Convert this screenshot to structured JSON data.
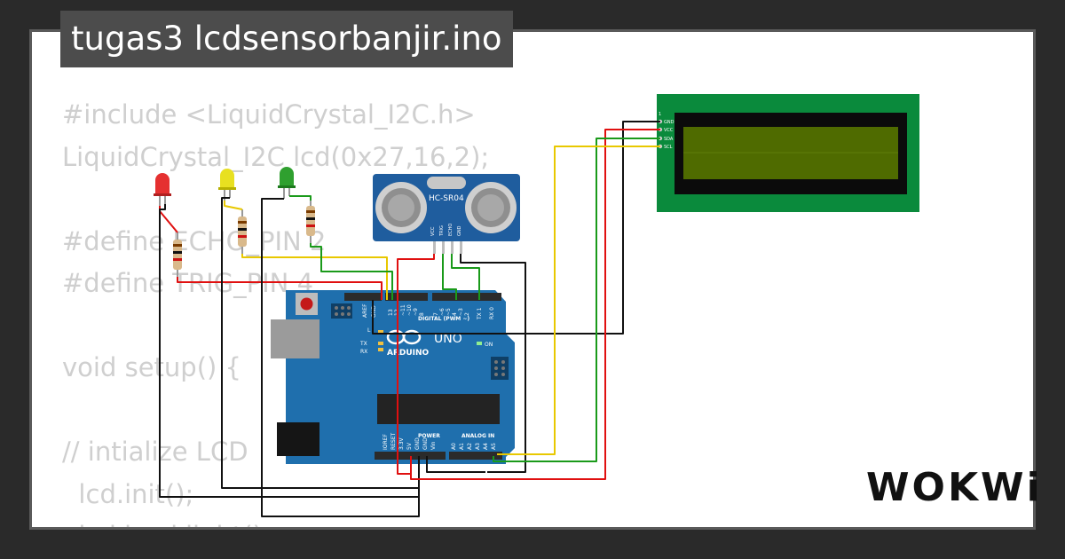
{
  "title": "tugas3 lcdsensorbanjir.ino",
  "brand": "WOKWi",
  "code_lines": [
    "#include <LiquidCrystal_I2C.h>",
    "LiquidCrystal_I2C lcd(0x27,16,2);",
    "",
    "#define ECHO_PIN 2",
    "#define TRIG_PIN 4",
    "",
    "void setup() {",
    "",
    "// intialize LCD",
    "  lcd.init();",
    "  lcd.backlight();"
  ],
  "sensor": {
    "label": "HC-SR04",
    "pins": [
      "VCC",
      "TRIG",
      "ECHO",
      "GND"
    ]
  },
  "lcd": {
    "pins": [
      "GND",
      "VCC",
      "SDA",
      "SCL"
    ]
  },
  "arduino": {
    "brand": "ARDUINO",
    "model": "UNO",
    "digital_label": "DIGITAL (PWM ~)",
    "power_label": "POWER",
    "analog_label": "ANALOG IN",
    "aref": "AREF",
    "gnd": "GND",
    "tx": "TX",
    "rx": "RX",
    "on": "ON",
    "l": "L",
    "digital_pins": [
      "13",
      "12",
      "~11",
      "~10",
      "~9",
      "8",
      "7",
      "~6",
      "~5",
      "4",
      "~3",
      "2",
      "TX 1",
      "RX 0"
    ],
    "power_pins": [
      "IOREF",
      "RESET",
      "3.3V",
      "5V",
      "GND",
      "GND",
      "Vin"
    ],
    "analog_pins": [
      "A0",
      "A1",
      "A2",
      "A3",
      "A4",
      "A5"
    ]
  },
  "colors": {
    "board": "#1f6fad",
    "lcd_pcb": "#0a8a3c",
    "lcd_screen": "#4f6b00",
    "sensor": "#1f5d9e",
    "wire_red": "#e01010",
    "wire_yellow": "#e8c800",
    "wire_green": "#1a9a1a",
    "wire_black": "#111111",
    "led_red": "#e53030",
    "led_yellow": "#e8e020",
    "led_green": "#2fa02f"
  }
}
